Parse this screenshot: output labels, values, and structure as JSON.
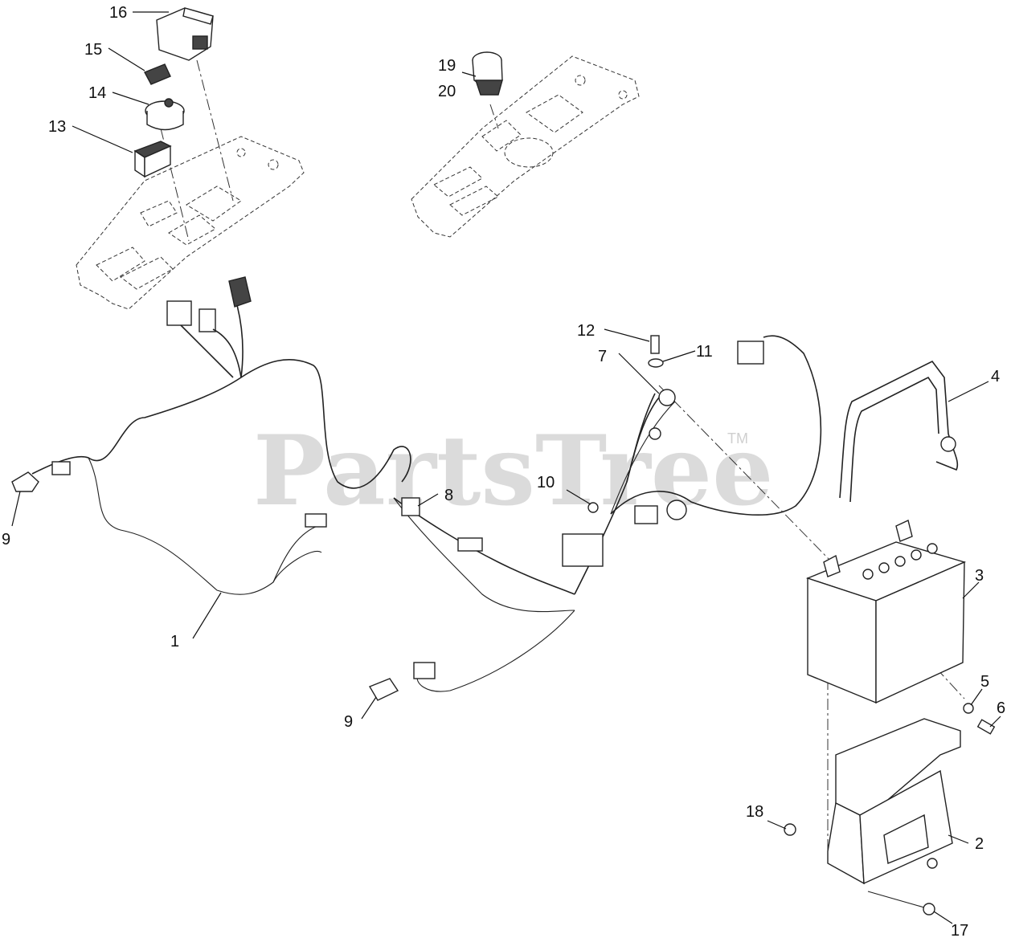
{
  "watermark": {
    "text": "PartsTree",
    "trademark": "TM"
  },
  "callouts": [
    {
      "id": "c1",
      "label": "1"
    },
    {
      "id": "c2",
      "label": "2"
    },
    {
      "id": "c3",
      "label": "3"
    },
    {
      "id": "c4",
      "label": "4"
    },
    {
      "id": "c5",
      "label": "5"
    },
    {
      "id": "c6",
      "label": "6"
    },
    {
      "id": "c7",
      "label": "7"
    },
    {
      "id": "c8",
      "label": "8"
    },
    {
      "id": "c9a",
      "label": "9"
    },
    {
      "id": "c9b",
      "label": "9"
    },
    {
      "id": "c10",
      "label": "10"
    },
    {
      "id": "c11",
      "label": "11"
    },
    {
      "id": "c12",
      "label": "12"
    },
    {
      "id": "c13",
      "label": "13"
    },
    {
      "id": "c14",
      "label": "14"
    },
    {
      "id": "c15",
      "label": "15"
    },
    {
      "id": "c16",
      "label": "16"
    },
    {
      "id": "c17",
      "label": "17"
    },
    {
      "id": "c18",
      "label": "18"
    },
    {
      "id": "c19",
      "label": "19"
    },
    {
      "id": "c20",
      "label": "20"
    }
  ]
}
